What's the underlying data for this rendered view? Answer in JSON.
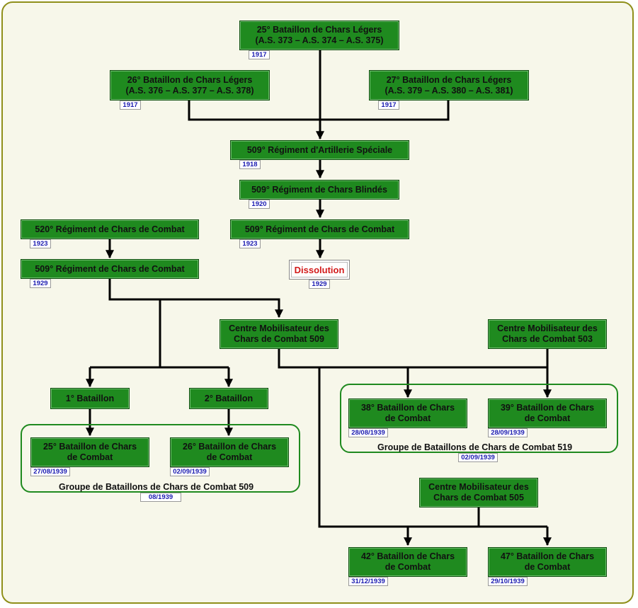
{
  "units": {
    "bcl25": {
      "lines": [
        "25° Bataillon de Chars Légers",
        "(A.S. 373 – A.S. 374 – A.S. 375)"
      ],
      "date": "1917"
    },
    "bcl26": {
      "lines": [
        "26° Bataillon de Chars Légers",
        "(A.S. 376 – A.S. 377 – A.S. 378)"
      ],
      "date": "1917"
    },
    "bcl27": {
      "lines": [
        "27° Bataillon de Chars Légers",
        "(A.S. 379 – A.S. 380 – A.S. 381)"
      ],
      "date": "1917"
    },
    "ras509": {
      "lines": [
        "509° Régiment d'Artillerie Spéciale"
      ],
      "date": "1918"
    },
    "rcb509": {
      "lines": [
        "509° Régiment de Chars Blindés"
      ],
      "date": "1920"
    },
    "rcc509a": {
      "lines": [
        "509° Régiment de Chars de Combat"
      ],
      "date": "1923"
    },
    "dissolution": {
      "label": "Dissolution",
      "date": "1929"
    },
    "rcc520": {
      "lines": [
        "520° Régiment de Chars de Combat"
      ],
      "date": "1923"
    },
    "rcc509b": {
      "lines": [
        "509° Régiment de Chars de Combat"
      ],
      "date": "1929"
    },
    "cm509": {
      "lines": [
        "Centre Mobilisateur des",
        "Chars de Combat 509"
      ]
    },
    "cm503": {
      "lines": [
        "Centre Mobilisateur des",
        "Chars de Combat 503"
      ]
    },
    "cm505": {
      "lines": [
        "Centre Mobilisateur des",
        "Chars de Combat 505"
      ]
    },
    "bat1": {
      "lines": [
        "1° Bataillon"
      ]
    },
    "bat2": {
      "lines": [
        "2° Bataillon"
      ]
    },
    "bcc25": {
      "lines": [
        "25° Bataillon de Chars",
        "de Combat"
      ],
      "date": "27/08/1939"
    },
    "bcc26": {
      "lines": [
        "26° Bataillon de Chars",
        "de Combat"
      ],
      "date": "02/09/1939"
    },
    "bcc38": {
      "lines": [
        "38° Bataillon de Chars",
        "de Combat"
      ],
      "date": "28/08/1939"
    },
    "bcc39": {
      "lines": [
        "39° Bataillon de Chars",
        "de Combat"
      ],
      "date": "28/09/1939"
    },
    "bcc42": {
      "lines": [
        "42° Bataillon de Chars",
        "de Combat"
      ],
      "date": "31/12/1939"
    },
    "bcc47": {
      "lines": [
        "47° Bataillon de Chars",
        "de Combat"
      ],
      "date": "29/10/1939"
    }
  },
  "groups": {
    "gbcc509": {
      "label": "Groupe de Bataillons de Chars de Combat 509",
      "date": "08/1939"
    },
    "gbcc519": {
      "label": "Groupe de Bataillons de Chars de Combat 519",
      "date": "02/09/1939"
    }
  },
  "colors": {
    "node_fill": "#1f8a1f",
    "date_text": "#1a1ab0",
    "dissolution_text": "#d21a1a",
    "frame": "#8f8f1a"
  }
}
